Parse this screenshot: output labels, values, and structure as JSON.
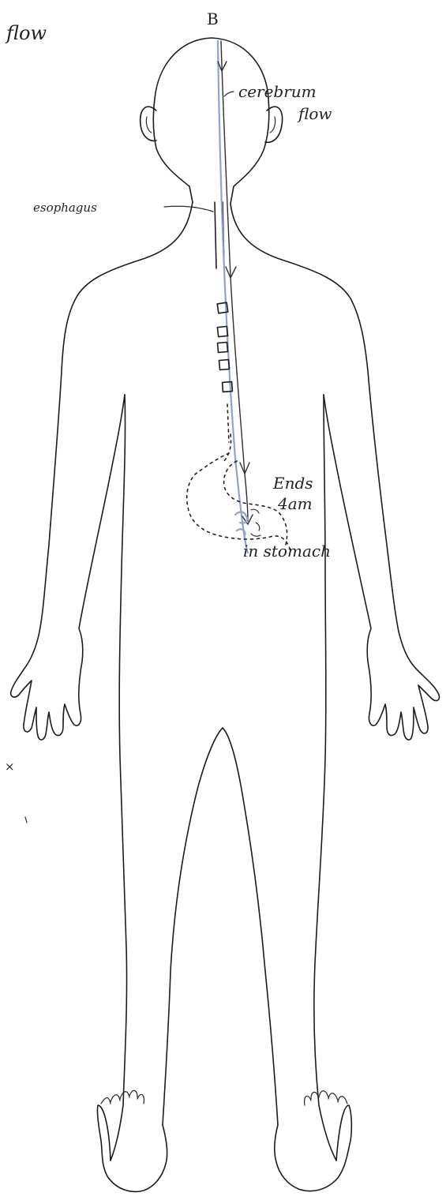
{
  "diagram": {
    "corner_label": "flow",
    "meridian_label": "B",
    "cerebrum_line1": "cerebrum",
    "cerebrum_line2": "flow",
    "esophagus_label": "esophagus",
    "ends_line1": "Ends",
    "ends_line2": "4am",
    "stomach_label": "in stomach",
    "stray_mark": "×",
    "colors": {
      "ink": "#1c1c1c",
      "meridian_blue": "#8ea3cf"
    }
  }
}
